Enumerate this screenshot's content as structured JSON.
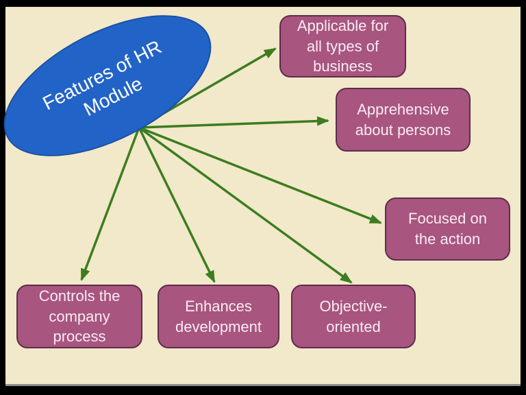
{
  "diagram": {
    "center": {
      "lines": [
        "Features of HR",
        "Module"
      ]
    },
    "nodes": [
      {
        "id": "applicable",
        "lines": [
          "Applicable for",
          "all types of",
          "business"
        ]
      },
      {
        "id": "apprehensive",
        "lines": [
          "Apprehensive",
          "about persons"
        ]
      },
      {
        "id": "focused",
        "lines": [
          "Focused on",
          "the action"
        ]
      },
      {
        "id": "controls",
        "lines": [
          "Controls the",
          "company",
          "process"
        ]
      },
      {
        "id": "enhances",
        "lines": [
          "Enhances",
          "development"
        ]
      },
      {
        "id": "objective",
        "lines": [
          "Objective-",
          "oriented"
        ]
      }
    ],
    "colors": {
      "background": "#f2e8ca",
      "frame": "#000000",
      "ellipse_fill": "#2263c7",
      "ellipse_border": "#1b50a3",
      "node_fill": "#a85580",
      "node_border": "#5c2d49",
      "arrow": "#3c7d1f",
      "node_text": "#f9ecf2",
      "ellipse_text": "#ffffff"
    }
  }
}
